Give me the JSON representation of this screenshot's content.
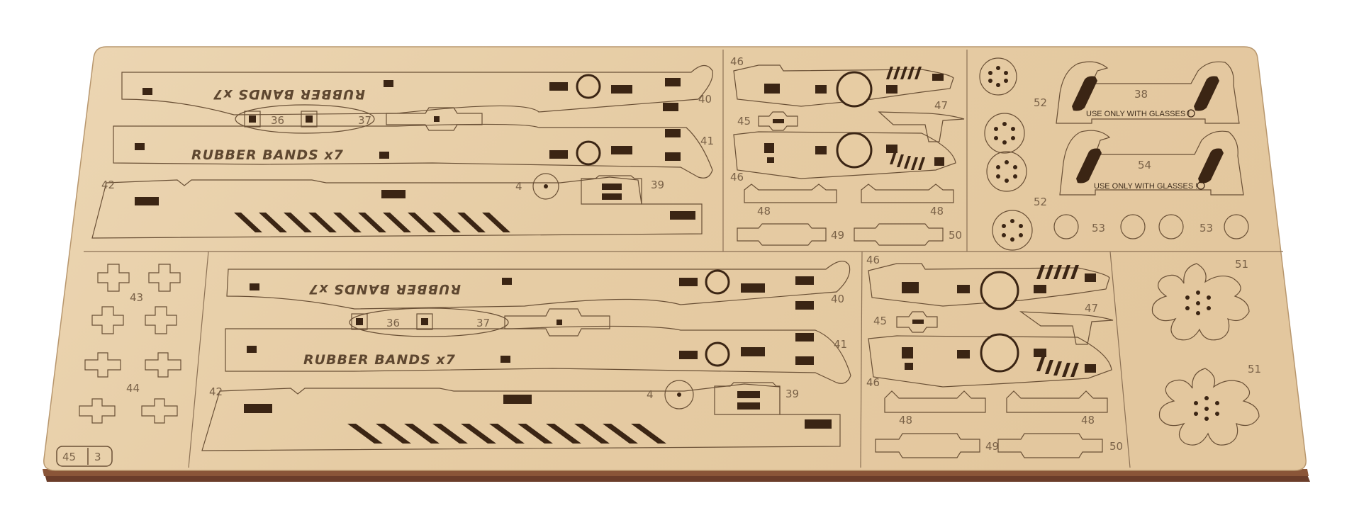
{
  "image": {
    "subject": "laser-cut plywood model kit sheet",
    "wood_color": "#e8cfa8",
    "edge_color": "#6b3d2a",
    "background": "#ffffff"
  },
  "sheet_id": {
    "part": "45",
    "sheet": "3"
  },
  "texts": {
    "rubber_bands_mirrored": "RUBBER BANDS x7",
    "rubber_bands": "RUBBER BANDS x7",
    "glasses_warning": "USE ONLY WITH GLASSES !"
  },
  "part_numbers": {
    "p4": "4",
    "p36": "36",
    "p37": "37",
    "p38": "38",
    "p39": "39",
    "p40": "40",
    "p41": "41",
    "p42": "42",
    "p43": "43",
    "p44": "44",
    "p45": "45",
    "p46": "46",
    "p47": "47",
    "p48": "48",
    "p49": "49",
    "p50": "50",
    "p51": "51",
    "p52": "52",
    "p53": "53",
    "p54": "54"
  }
}
